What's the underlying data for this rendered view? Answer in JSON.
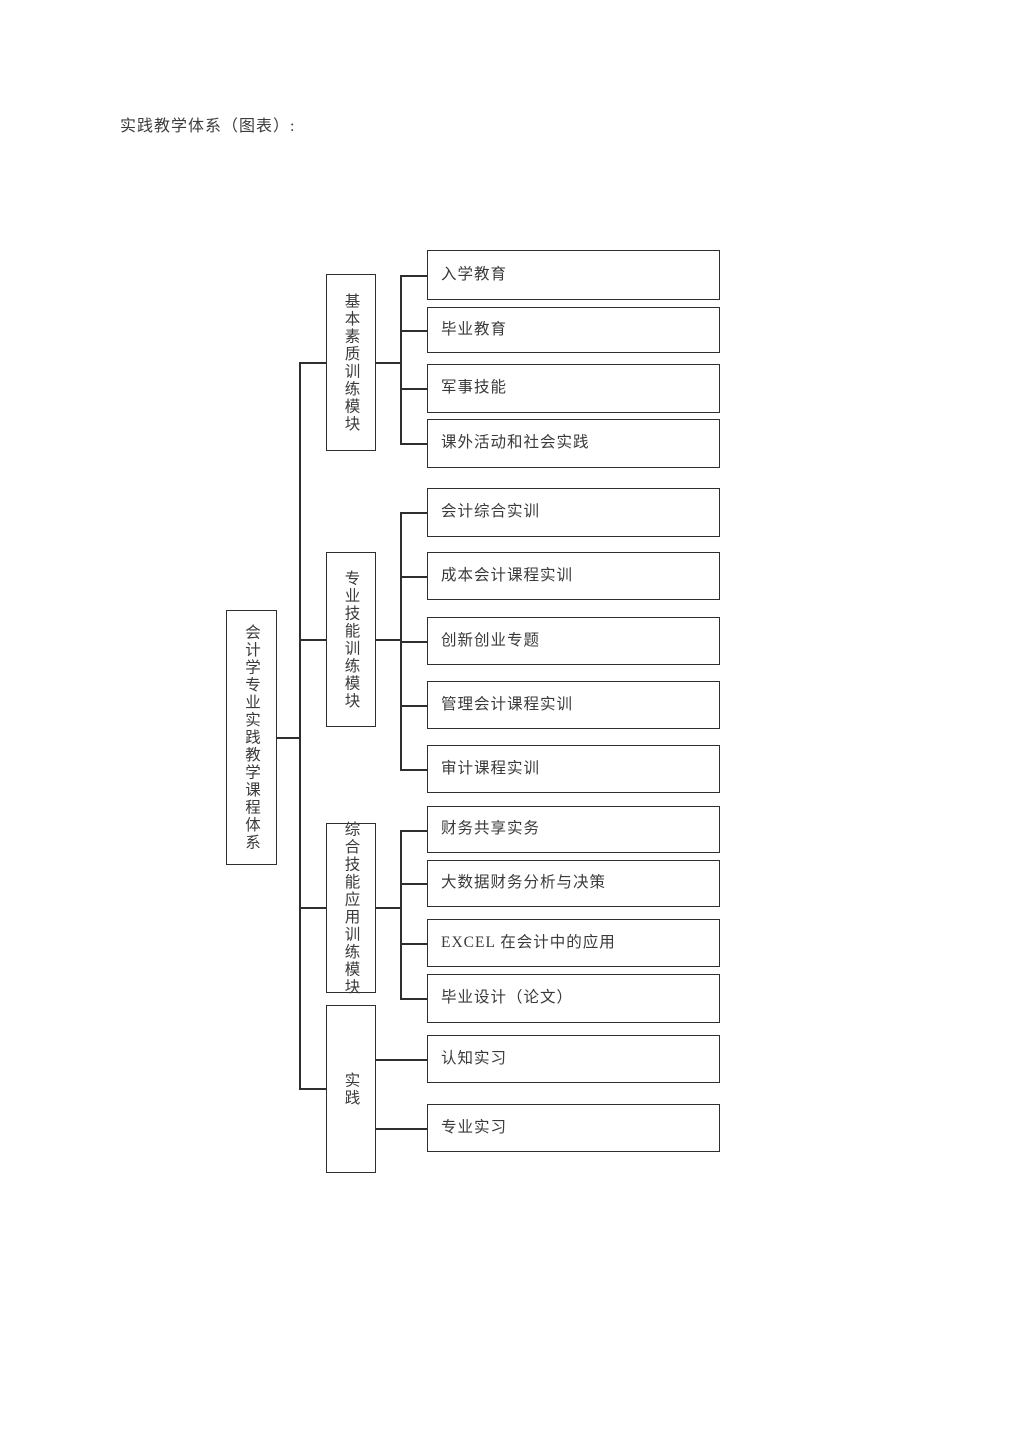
{
  "page": {
    "title": "实践教学体系（图表）:"
  },
  "diagram": {
    "root_label": "会计学专业实践教学课程体系",
    "modules": [
      {
        "label": "基本素质训练模块",
        "children": [
          "入学教育",
          "毕业教育",
          "军事技能",
          "课外活动和社会实践"
        ]
      },
      {
        "label": "专业技能训练模块",
        "children": [
          "会计综合实训",
          "成本会计课程实训",
          "创新创业专题",
          "管理会计课程实训",
          "审计课程实训"
        ]
      },
      {
        "label": "综合技能应用训练模块",
        "children": [
          "财务共享实务",
          "大数据财务分析与决策",
          "EXCEL 在会计中的应用",
          "毕业设计（论文）"
        ]
      },
      {
        "label": "实践",
        "children": [
          "认知实习",
          "专业实习"
        ]
      }
    ]
  }
}
